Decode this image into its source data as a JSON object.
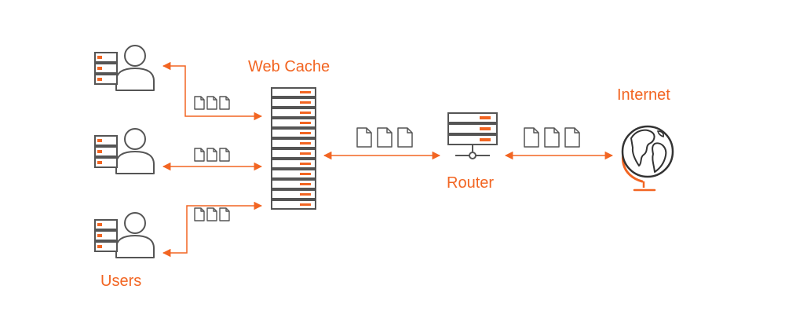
{
  "labels": {
    "web_cache": "Web Cache",
    "internet": "Internet",
    "router": "Router",
    "users": "Users"
  },
  "colors": {
    "accent": "#f26522",
    "stroke": "#555555",
    "fill": "#ffffff"
  },
  "icons": {
    "user_station": "user-with-server-icon",
    "cache_server": "server-rack-icon",
    "router": "router-icon",
    "internet": "globe-icon",
    "document": "document-icon"
  }
}
